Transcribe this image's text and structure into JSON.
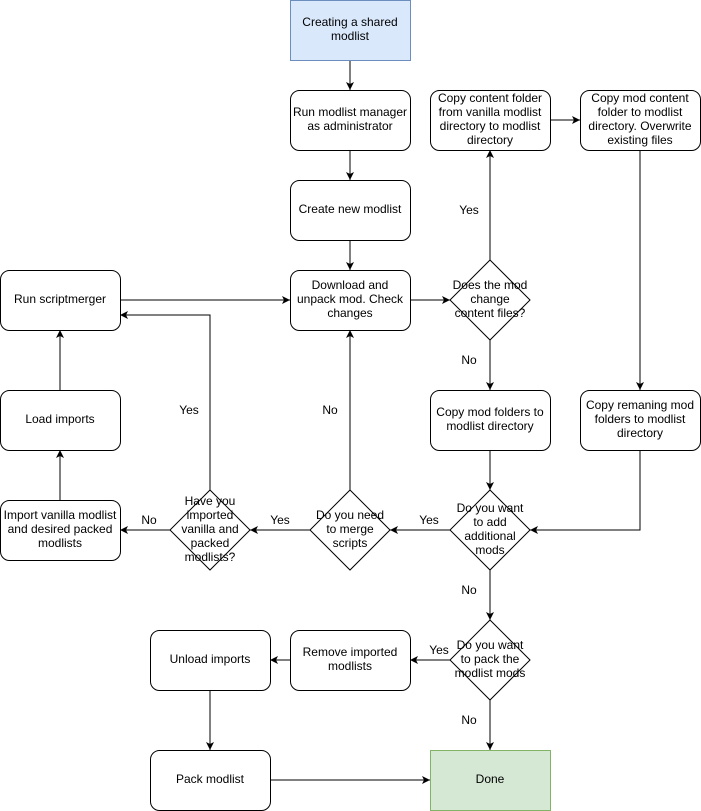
{
  "colors": {
    "start_fill": "#dae8fc",
    "start_stroke": "#6c8ebf",
    "end_fill": "#d5e8d4",
    "end_stroke": "#82b366",
    "node_fill": "#ffffff",
    "stroke": "#000000"
  },
  "nodes": [
    {
      "id": "start",
      "shape": "start",
      "lines": [
        "Creating a shared",
        "modlist"
      ]
    },
    {
      "id": "run-manager",
      "shape": "rounded",
      "lines": [
        "Run modlist manager",
        "as administrator"
      ]
    },
    {
      "id": "create-modlist",
      "shape": "rounded",
      "lines": [
        "Create new modlist"
      ]
    },
    {
      "id": "download-mod",
      "shape": "rounded",
      "lines": [
        "Download and",
        "unpack mod. Check",
        "changes"
      ]
    },
    {
      "id": "copy-content-vanilla",
      "shape": "rounded",
      "lines": [
        "Copy content folder",
        "from vanilla modlist",
        "directory to modlist",
        "directory"
      ]
    },
    {
      "id": "copy-mod-content",
      "shape": "rounded",
      "lines": [
        "Copy mod content",
        "folder to modlist",
        "directory. Overwrite",
        "existing files"
      ]
    },
    {
      "id": "change-content-decision",
      "shape": "diamond",
      "lines": [
        "Does the mod",
        "change",
        "content files?"
      ]
    },
    {
      "id": "copy-mod-folders",
      "shape": "rounded",
      "lines": [
        "Copy mod folders to",
        "modlist directory"
      ]
    },
    {
      "id": "copy-remaining",
      "shape": "rounded",
      "lines": [
        "Copy remaning mod",
        "folders to modlist",
        "directory"
      ]
    },
    {
      "id": "add-mods-decision",
      "shape": "diamond",
      "lines": [
        "Do you want",
        "to add",
        "additional",
        "mods"
      ]
    },
    {
      "id": "merge-decision",
      "shape": "diamond",
      "lines": [
        "Do you need",
        "to merge",
        "scripts"
      ]
    },
    {
      "id": "imported-decision",
      "shape": "diamond",
      "lines": [
        "Have you",
        "imported",
        "vanilla and",
        "packed",
        "modlists?"
      ]
    },
    {
      "id": "import-vanilla",
      "shape": "rounded",
      "lines": [
        "Import vanilla modlist",
        "and desired packed",
        "modlists"
      ]
    },
    {
      "id": "load-imports",
      "shape": "rounded",
      "lines": [
        "Load imports"
      ]
    },
    {
      "id": "run-scriptmerger",
      "shape": "rounded",
      "lines": [
        "Run scriptmerger"
      ]
    },
    {
      "id": "pack-decision",
      "shape": "diamond",
      "lines": [
        "Do you want",
        "to pack the",
        "modlist mods"
      ]
    },
    {
      "id": "remove-imported",
      "shape": "rounded",
      "lines": [
        "Remove imported",
        "modlists"
      ]
    },
    {
      "id": "unload-imports",
      "shape": "rounded",
      "lines": [
        "Unload imports"
      ]
    },
    {
      "id": "pack-modlist",
      "shape": "rounded",
      "lines": [
        "Pack modlist"
      ]
    },
    {
      "id": "done",
      "shape": "end",
      "lines": [
        "Done"
      ]
    }
  ],
  "edges": [
    {
      "id": "start-to-manager"
    },
    {
      "id": "manager-to-create"
    },
    {
      "id": "create-to-download"
    },
    {
      "id": "download-to-change"
    },
    {
      "id": "change-yes",
      "label": "Yes"
    },
    {
      "id": "vanilla-to-modcontent"
    },
    {
      "id": "change-no",
      "label": "No"
    },
    {
      "id": "modcontent-to-remaining"
    },
    {
      "id": "modfolders-to-add"
    },
    {
      "id": "remaining-to-add"
    },
    {
      "id": "add-yes",
      "label": "Yes"
    },
    {
      "id": "merge-no",
      "label": "No"
    },
    {
      "id": "merge-yes",
      "label": "Yes"
    },
    {
      "id": "imported-no",
      "label": "No"
    },
    {
      "id": "imported-yes",
      "label": "Yes"
    },
    {
      "id": "import-to-load"
    },
    {
      "id": "load-to-scriptmerger"
    },
    {
      "id": "scriptmerger-to-download"
    },
    {
      "id": "add-no",
      "label": "No"
    },
    {
      "id": "pack-yes",
      "label": "Yes"
    },
    {
      "id": "remove-to-unload"
    },
    {
      "id": "unload-to-pack"
    },
    {
      "id": "pack-to-done"
    },
    {
      "id": "pack-no",
      "label": "No"
    }
  ]
}
